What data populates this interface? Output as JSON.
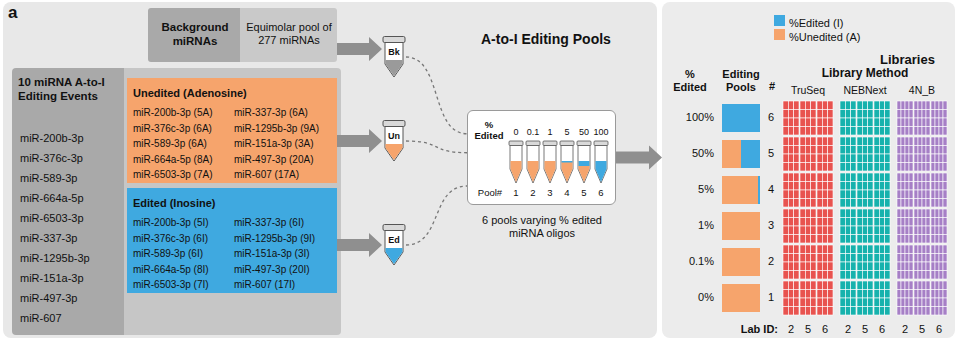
{
  "diagram": {
    "nodes": [
      {
        "text": [
          "A-to-I Editing Pools"
        ]
      },
      {
        "text": [
          "Background miRNAs",
          "Equimolar pool of 277 miRNAs"
        ],
        "in": 0
      },
      {
        "text": [
          "10 miRNA A-to-I Editing Events",
          "miR-200b-3p",
          "miR-376c-3p",
          "miR-589-3p",
          "miR-664a-5p",
          "miR-6503-3p",
          "miR-337-3p",
          "miR-1295b-3p",
          "miR-151a-3p",
          "miR-497-3p",
          "miR-607"
        ],
        "in": 0
      },
      {
        "text": [
          "Unedited (Adenosine)",
          "miR-200b-3p (5A)",
          "miR-376c-3p (6A)",
          "miR-589-3p (6A)",
          "miR-664a-5p (8A)",
          "miR-6503-3p (7A)",
          "miR-337-3p (6A)",
          "miR-1295b-3p (9A)",
          "miR-151a-3p (3A)",
          "miR-497-3p (20A)",
          "miR-607 (17A)"
        ],
        "in": 2
      },
      {
        "text": [
          "Edited (Inosine)",
          "miR-200b-3p (5I)",
          "miR-376c-3p (6I)",
          "miR-589-3p (6I)",
          "miR-664a-5p (8I)",
          "miR-6503-3p (7I)",
          "miR-337-3p (6I)",
          "miR-1295b-3p (9I)",
          "miR-151a-3p (3I)",
          "miR-497-3p (20I)",
          "miR-607 (17I)"
        ],
        "in": 2
      },
      {
        "text": [
          "Bk"
        ],
        "in": 0
      },
      {
        "text": [
          "Un"
        ],
        "in": 0
      },
      {
        "text": [
          "Ed"
        ],
        "in": 0
      },
      {
        "text": [
          "% Edited",
          "0",
          "0.1",
          "1",
          "5",
          "50",
          "100",
          "Pool#",
          "1",
          "2",
          "3",
          "4",
          "5",
          "6",
          "6 pools varying % edited miRNA oligos"
        ],
        "in": 0
      },
      {
        "text": [
          "Libraries"
        ]
      }
    ],
    "edges": [
      {
        "from": 1,
        "to": 5,
        "arrow": "to"
      },
      {
        "from": 3,
        "to": 6,
        "arrow": "to"
      },
      {
        "from": 4,
        "to": 7,
        "arrow": "to"
      },
      {
        "from": 5,
        "to": 8,
        "arrow": "none"
      },
      {
        "from": 6,
        "to": 8,
        "arrow": "none"
      },
      {
        "from": 7,
        "to": 8,
        "arrow": "none"
      },
      {
        "from": 8,
        "to": 9,
        "arrow": "to"
      }
    ],
    "labels": [
      "a",
      "% Edited",
      "Editing Pools",
      "#",
      "Library Method",
      "TruSeq",
      "NEBNext",
      "4N_B",
      "100%",
      "6",
      "50%",
      "5",
      "5%",
      "4",
      "1%",
      "3",
      "0.1%",
      "2",
      "0%",
      "1",
      "Lab ID:",
      "2",
      "5",
      "6",
      "2",
      "5",
      "6",
      "2",
      "5",
      "6"
    ],
    "legend": [
      {
        "text": "%Edited (I)",
        "color": "#3fa9e0"
      },
      {
        "text": "%Unedited (A)",
        "color": "#f6a46c"
      }
    ]
  }
}
